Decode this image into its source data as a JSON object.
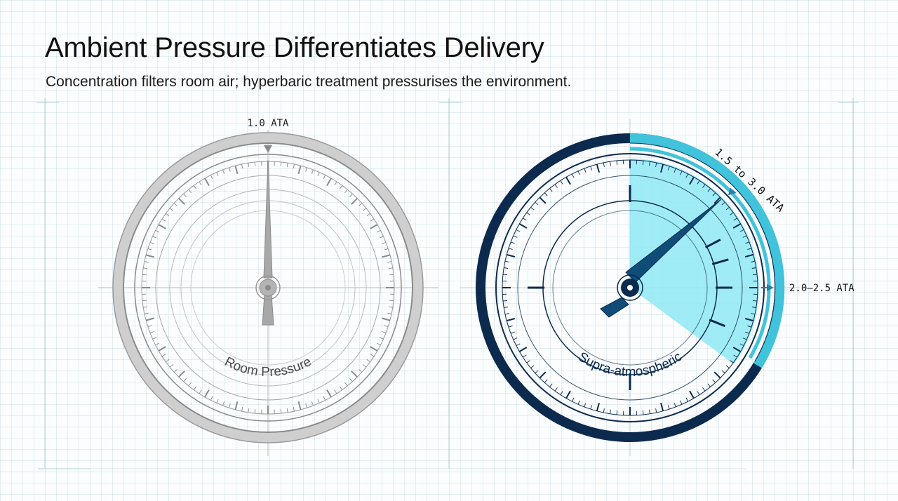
{
  "header": {
    "title": "Ambient Pressure Differentiates Delivery",
    "subtitle": "Concentration filters room air; hyperbaric treatment pressurises the environment."
  },
  "gauges": {
    "room": {
      "top_label": "1.0 ATA",
      "dial_label": "Room Pressure",
      "needle_reading_ata": 1.0
    },
    "hyperbaric": {
      "range_label": "1.5 to 3.0 ATA",
      "side_label": "2.0–2.5 ATA",
      "dial_label": "Supra-atmospheric"
    }
  },
  "colors": {
    "room_bezel": "#cfcfcf",
    "room_line": "#8a8a8a",
    "navy": "#0c2a4e",
    "cyan": "#41c3db",
    "cyan_fill": "#8fe9f4"
  }
}
